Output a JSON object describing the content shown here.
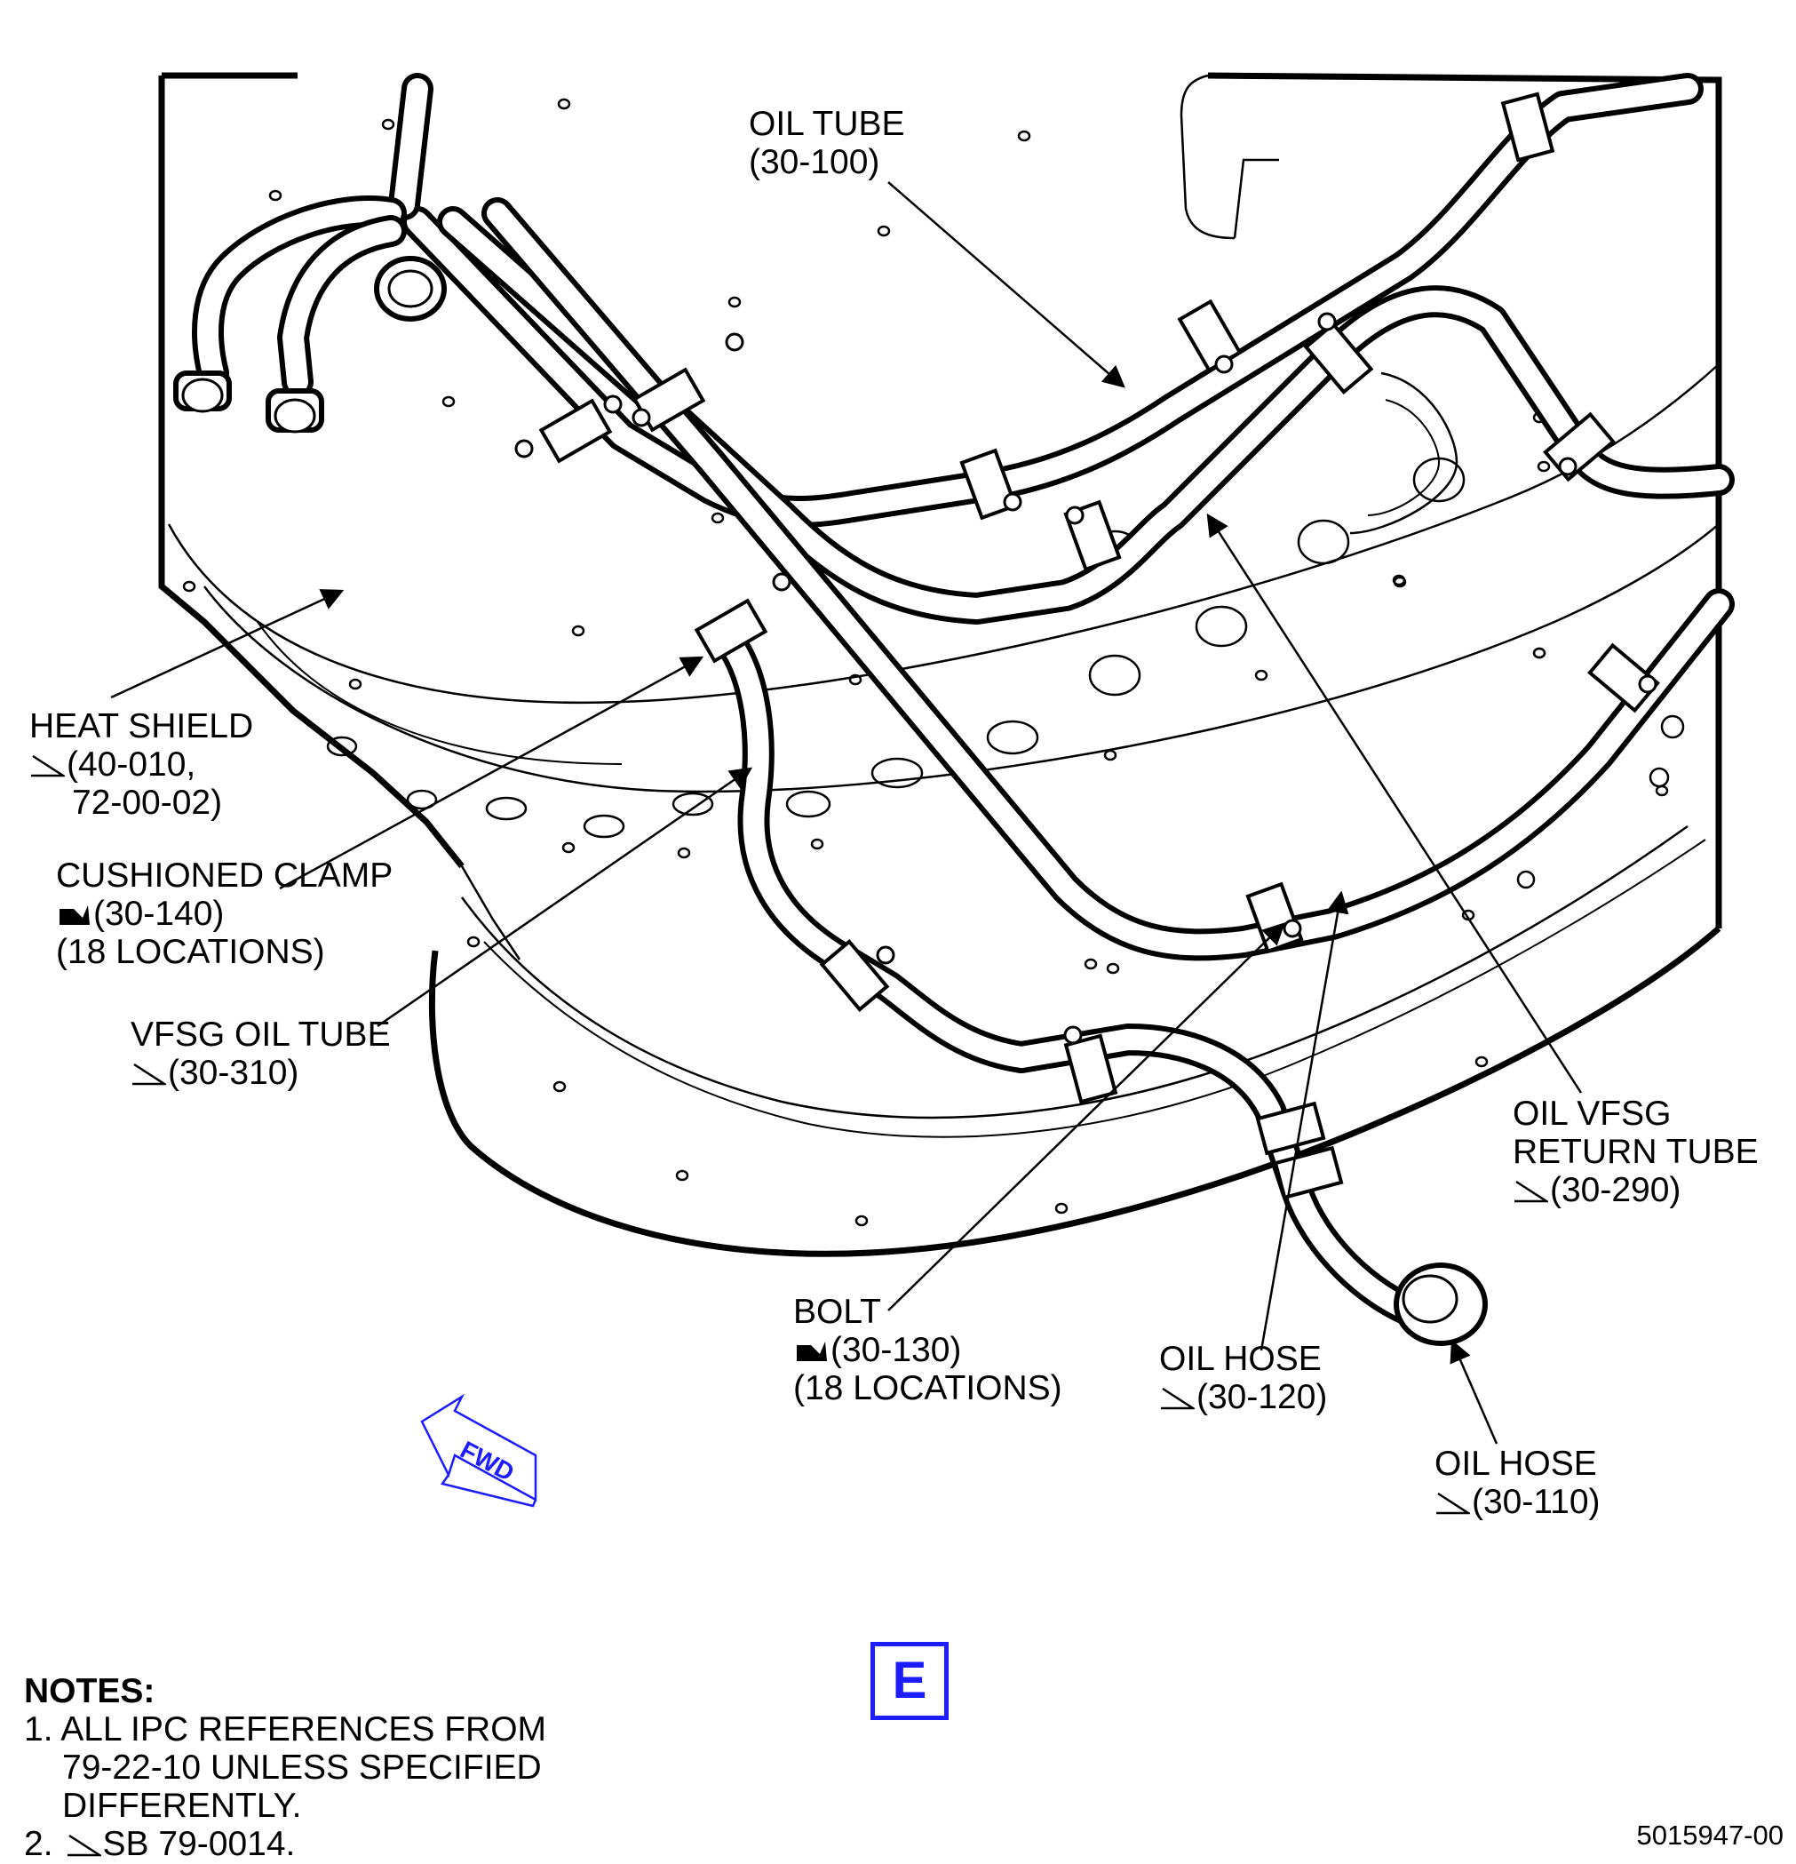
{
  "labels": {
    "oil_tube": {
      "line1": "OIL TUBE",
      "line2": "(30-100)"
    },
    "heat_shield": {
      "line1": "HEAT SHIELD",
      "line2": "(40-010,",
      "line3": "72-00-02)"
    },
    "cushioned_clamp": {
      "line1": "CUSHIONED CLAMP",
      "line2": "(30-140)",
      "line3": "(18 LOCATIONS)"
    },
    "vfsg_oil_tube": {
      "line1": "VFSG OIL TUBE",
      "line2": "(30-310)"
    },
    "oil_vfsg_return_tube": {
      "line1": "OIL VFSG",
      "line2": "RETURN TUBE",
      "line3": "(30-290)"
    },
    "bolt": {
      "line1": "BOLT",
      "line2": "(30-130)",
      "line3": "(18 LOCATIONS)"
    },
    "oil_hose_120": {
      "line1": "OIL HOSE",
      "line2": "(30-120)"
    },
    "oil_hose_110": {
      "line1": "OIL HOSE",
      "line2": "(30-110)"
    }
  },
  "fwd_arrow": "FWD",
  "view_letter": "E",
  "notes": {
    "heading": "NOTES:",
    "note1_line1": "1. ALL IPC REFERENCES FROM",
    "note1_line2": "79-22-10 UNLESS SPECIFIED",
    "note1_line3": "DIFFERENTLY.",
    "note2_prefix": "2.",
    "note2_text": "SB 79-0014."
  },
  "figure_id": "5015947-00",
  "colors": {
    "ink": "#000000",
    "accent": "#1c1cff",
    "paper": "#ffffff"
  }
}
